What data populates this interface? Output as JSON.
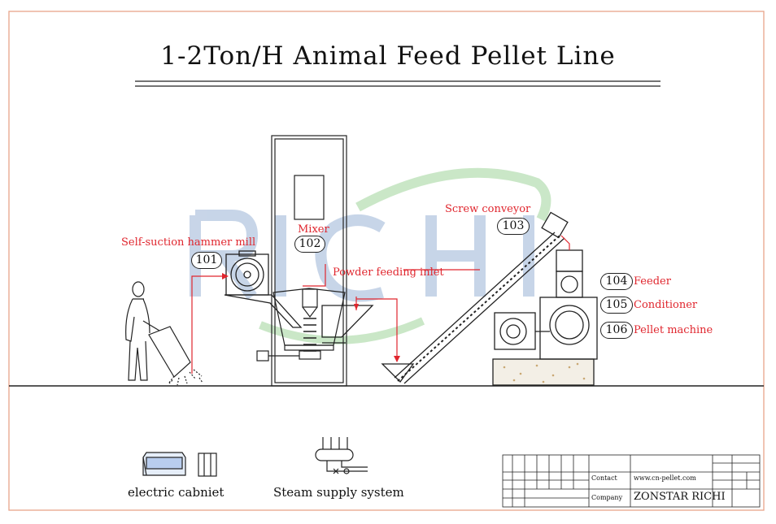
{
  "title": "1-2Ton/H Animal Feed Pellet Line",
  "watermark": "RICHI",
  "components": {
    "hammer_mill": {
      "label": "Self-suction hammer mill",
      "number": "101"
    },
    "mixer": {
      "label": "Mixer",
      "number": "102"
    },
    "powder_inlet": {
      "label": "Powder feeding inlet"
    },
    "screw_conveyor": {
      "label": "Screw conveyor",
      "number": "103"
    },
    "feeder": {
      "label": "Feeder",
      "number": "104"
    },
    "conditioner": {
      "label": "Conditioner",
      "number": "105"
    },
    "pellet_machine": {
      "label": "Pellet machine",
      "number": "106"
    }
  },
  "legend": {
    "electric_cabinet": "electric cabniet",
    "steam_supply": "Steam supply system"
  },
  "title_block": {
    "contact_label": "Contact",
    "contact_value": "www.cn-pellet.com",
    "company_label": "Company",
    "company_value": "ZONSTAR RICHI"
  },
  "colors": {
    "flow_line": "#e0262e",
    "frame": "#e8a58a",
    "watermark_blue": "#9bb3d6",
    "watermark_green": "#9fd49a"
  }
}
